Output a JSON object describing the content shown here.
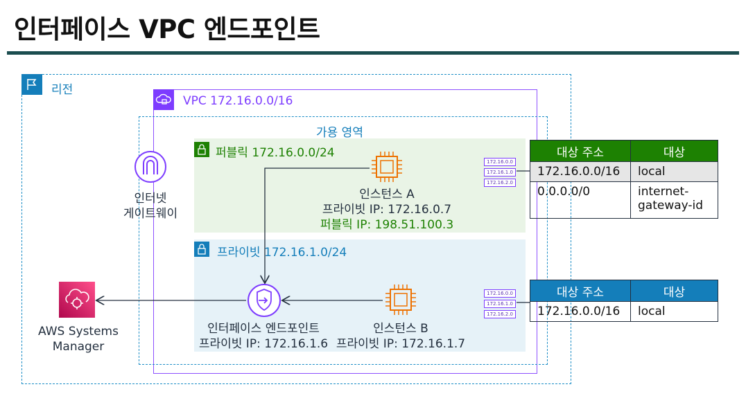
{
  "title": "인터페이스 VPC 엔드포인트",
  "region": {
    "label": "리전"
  },
  "vpc": {
    "label": "VPC 172.16.0.0/16"
  },
  "az": {
    "label": "가용 영역"
  },
  "public_subnet": {
    "label": "퍼블릭 172.16.0.0/24"
  },
  "private_subnet": {
    "label": "프라이빗 172.16.1.0/24"
  },
  "igw": {
    "line1": "인터넷",
    "line2": "게이트웨이"
  },
  "instance_a": {
    "name": "인스턴스 A",
    "private_ip": "프라이빗 IP: 172.16.0.7",
    "public_ip": "퍼블릭 IP: 198.51.100.3"
  },
  "instance_b": {
    "name": "인스턴스 B",
    "private_ip": "프라이빗 IP: 172.16.1.7"
  },
  "endpoint": {
    "name": "인터페이스 엔드포인트",
    "private_ip": "프라이빗 IP: 172.16.1.6"
  },
  "ssm": {
    "line1": "AWS Systems",
    "line2": "Manager"
  },
  "subnet_list": [
    "172.16.0.0",
    "172.16.1.0",
    "172.16.2.0"
  ],
  "route_table_public": {
    "headers": [
      "대상 주소",
      "대상"
    ],
    "rows": [
      [
        "172.16.0.0/16",
        "local"
      ],
      [
        "0.0.0.0/0",
        "internet-gateway-id"
      ]
    ]
  },
  "route_table_private": {
    "headers": [
      "대상 주소",
      "대상"
    ],
    "rows": [
      [
        "172.16.0.0/16",
        "local"
      ]
    ]
  },
  "colors": {
    "region": "#147eba",
    "vpc": "#7d3cff",
    "public": "#1d8102",
    "private": "#147eba",
    "compute": "#ed7100",
    "ssm": "#e7157b",
    "rule": "#1b4d4f"
  }
}
